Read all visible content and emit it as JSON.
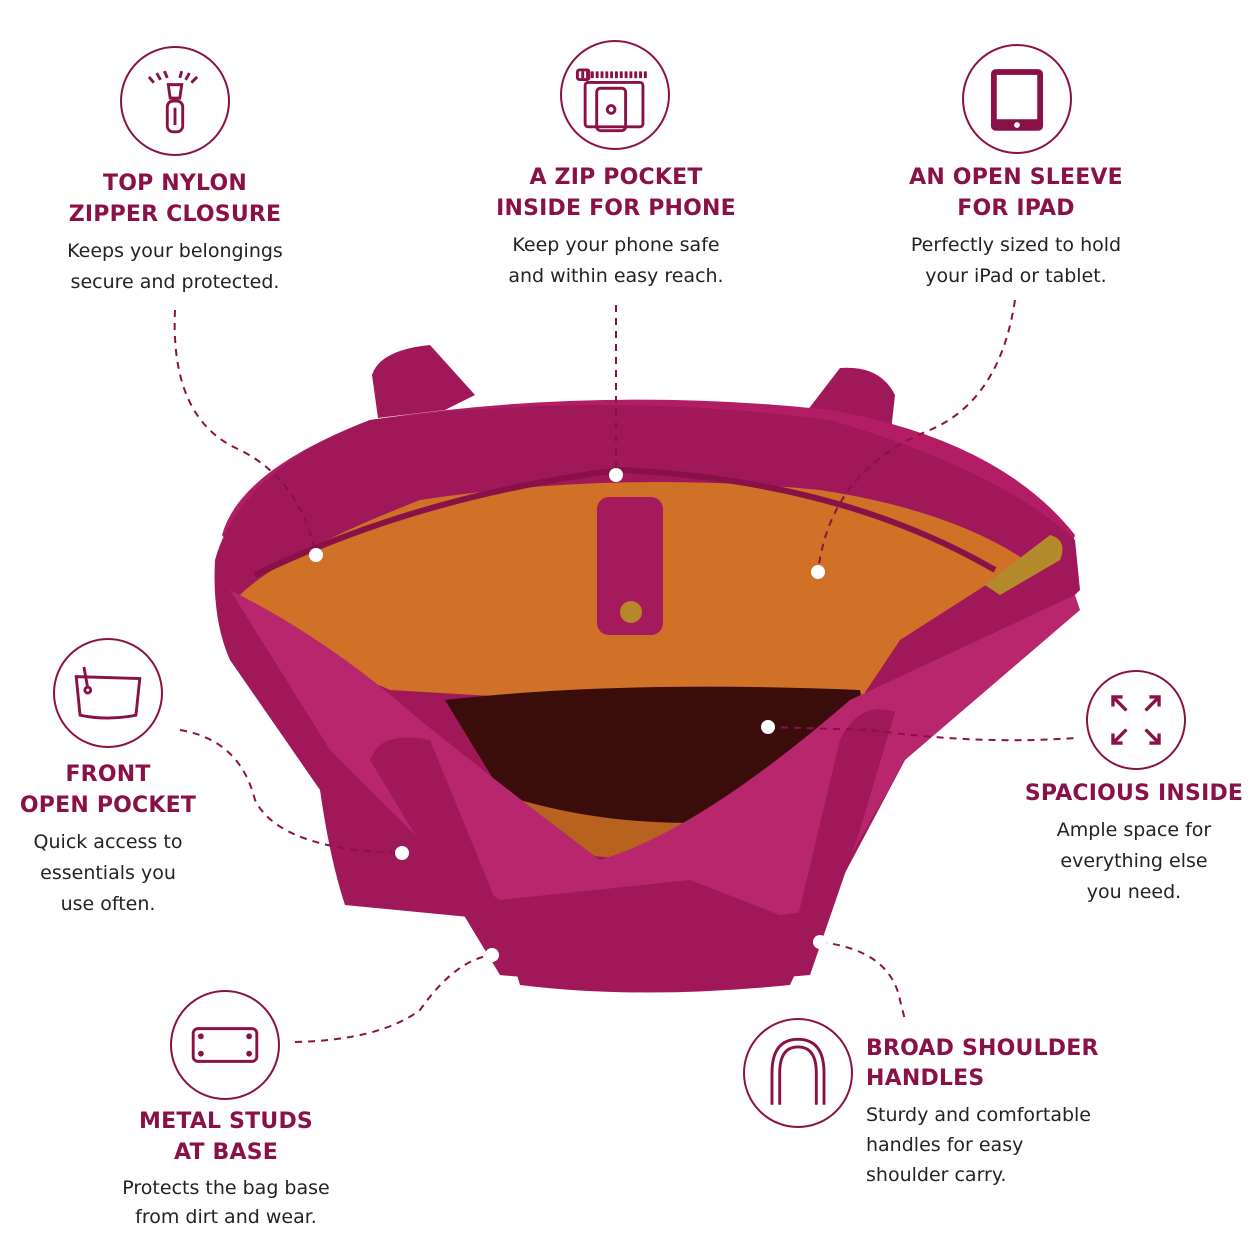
{
  "colors": {
    "accent": "#8a1148",
    "bag_leather": "#a8195e",
    "bag_lining": "#d4722a"
  },
  "features": [
    {
      "icon": "zipper-icon",
      "title_lines": [
        "TOP NYLON",
        "ZIPPER CLOSURE"
      ],
      "desc_lines": [
        "Keeps your belongings",
        "secure and protected."
      ]
    },
    {
      "icon": "zip-pocket-phone-icon",
      "title_lines": [
        "A ZIP POCKET",
        "INSIDE FOR PHONE"
      ],
      "desc_lines": [
        "Keep your phone safe",
        "and within easy reach."
      ]
    },
    {
      "icon": "tablet-icon",
      "title_lines": [
        "AN OPEN SLEEVE",
        "FOR IPAD"
      ],
      "desc_lines": [
        "Perfectly sized to hold",
        "your iPad or tablet."
      ]
    },
    {
      "icon": "open-pouch-icon",
      "title_lines": [
        "FRONT",
        "OPEN POCKET"
      ],
      "desc_lines": [
        "Quick access to",
        "essentials you",
        "use often."
      ]
    },
    {
      "icon": "expand-arrows-icon",
      "title_lines": [
        "SPACIOUS INSIDE"
      ],
      "desc_lines": [
        "Ample space for",
        "everything else",
        "you need."
      ]
    },
    {
      "icon": "studded-base-icon",
      "title_lines": [
        "METAL STUDS",
        "AT BASE"
      ],
      "desc_lines": [
        "Protects the bag base",
        "from dirt and wear."
      ]
    },
    {
      "icon": "handle-icon",
      "title_lines": [
        "BROAD SHOULDER",
        "HANDLES"
      ],
      "desc_lines": [
        "Sturdy and comfortable",
        "handles for easy",
        "shoulder carry."
      ]
    }
  ]
}
